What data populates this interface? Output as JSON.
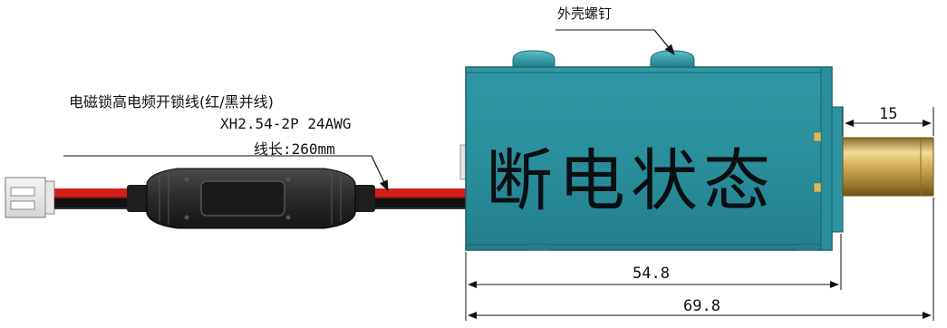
{
  "labels": {
    "cable_title": "电磁锁高电频开锁线(红/黑并线)",
    "cable_spec": "XH2.54-2P 24AWG",
    "cable_length": "线长:260mm",
    "screw": "外壳螺钉",
    "state": "断电状态",
    "dim_plunger": "15",
    "dim_body": "54.8",
    "dim_total": "69.8"
  },
  "colors": {
    "body": "#2a8f9c",
    "body_dark": "#1d6f7a",
    "body_light": "#3fa7b3",
    "plunger": "#c9a24a",
    "wire_red": "#d4201c",
    "wire_black": "#111111",
    "sleeve": "#2b2b2b"
  }
}
